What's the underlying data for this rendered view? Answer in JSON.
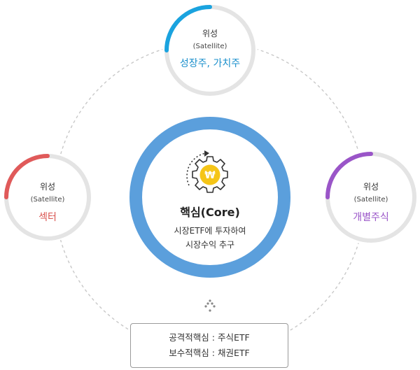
{
  "satellite_top": {
    "title": "위성",
    "subtitle": "(Satellite)",
    "label": "성장주, 가치주",
    "accent": "#1aa3df"
  },
  "satellite_left": {
    "title": "위성",
    "subtitle": "(Satellite)",
    "label": "섹터",
    "accent": "#e05a5a"
  },
  "satellite_right": {
    "title": "위성",
    "subtitle": "(Satellite)",
    "label": "개별주식",
    "accent": "#9a55c8"
  },
  "core": {
    "title": "핵심(Core)",
    "line1": "시장ETF에 투자하여",
    "line2": "시장수익 추구",
    "ring_color": "#5b9fdc",
    "coin_symbol": "₩",
    "coin_color": "#f5c518"
  },
  "core_detail": {
    "line1": "공격적핵심 : 주식ETF",
    "line2": "보수적핵심 : 채권ETF"
  },
  "colors": {
    "ring_gray": "#e4e4e4",
    "dash": "#bdbdbd",
    "text": "#333333"
  }
}
